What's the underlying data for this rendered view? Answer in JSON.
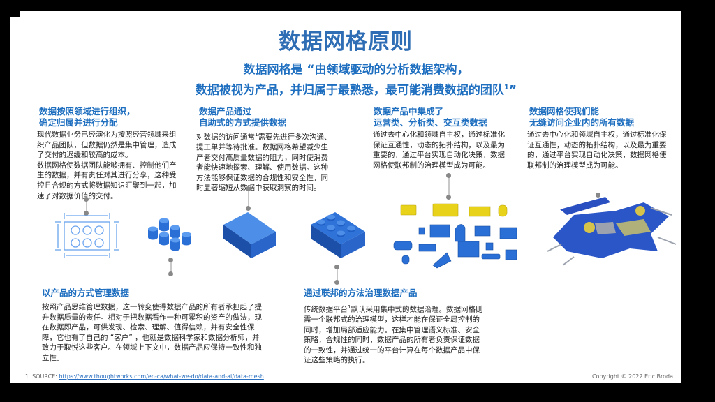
{
  "title": "数据网格原则",
  "subtitle": {
    "line1": "数据网格是 “由领域驱动的分析数据架构，",
    "line2": "数据被视为产品，并归属于最熟悉，最可能消费数据的团队",
    "sup": "1",
    "end_quote": "”"
  },
  "sections": [
    {
      "heading_line1": "数据按照领域进行组织，",
      "heading_line2": "确定归属并进行分配",
      "body": "现代数据业务已经演化为按照经营领域来组织产品团队，但数据仍然是集中管理，造成了交付的迟缓和较高的成本。\n数据网格使数据团队能够拥有、控制他们产生的数据，并有责任对其进行分享，这种受控且合规的方式将数据知识汇聚到一起，加速了对数据价值的交付。"
    },
    {
      "heading_line1": "数据产品通过",
      "heading_line2": "自助式的方式提供数据",
      "body_pre": "对数据的访问通常",
      "body_sup": "1",
      "body_post": "需要先进行多次沟通、提工单并等待批准。数据网格希望减少生产者交付高质量数据的阻力，同时使消费者能快速地探索、理解、使用数据。这种方法能够保证数据的合规性和安全性，同时显著缩短从数据中获取洞察的时间。"
    },
    {
      "heading_line1": "数据产品中集成了",
      "heading_line2": "运营类、分析类、交互类数据",
      "body": "通过去中心化和领域自主权，通过标准化保证互通性，动态的拓扑结构，以及最为重要的，通过平台实现自动化决策，数据网格使联邦制的治理模型成为可能。"
    },
    {
      "heading_line1": "数据网格使我们能",
      "heading_line2": "无缝访问企业内的所有数据",
      "body": "通过去中心化和领域自主权，通过标准化保证互通性，动态的拓扑结构，以及最为重要的，通过平台实现自动化决策，数据网格使联邦制的治理模型成为可能。"
    },
    {
      "heading": "以产品的方式管理数据",
      "body": "按照产品思维管理数据，这一转变使得数据产品的所有者承担起了提升数据质量的责任。相对于把数据看作一种可累积的资产的做法，现在数据即产品，可供发现、检索、理解、值得信赖，并有安全性保障，它也有了自己的 “客户” ，也就是数据科学家和数据分析师，并致力于取悦这些客户。在领域上下文中，数据产品应保持一致性和独立性。"
    },
    {
      "heading": "通过联邦的方法治理数据产品",
      "body_pre": "传统数据平台",
      "body_sup": "1",
      "body_post": "默认采用集中式的数据治理。数据网格则需一个联邦式的治理模型，这样才能在保证全局控制的同时，增加局部适应能力。在集中管理语义标准、安全策略，合规性的同时，数据产品的所有者负责保证数据的一致性，并通过统一的平台计算在每个数据产品中保证这些策略的执行。"
    }
  ],
  "illustrations": {
    "blueprint": "brick-blueprint-icon",
    "studs": "loose-studs-icon",
    "plain_brick": "plain-block-icon",
    "lego_brick": "lego-brick-icon",
    "pieces": "assorted-bricks-icon",
    "spaceship": "lego-spaceship-icon"
  },
  "colors": {
    "title": "#2f6eb5",
    "heading": "#1f6fc0",
    "brick_blue": "#2a6fd6",
    "brick_yellow": "#e8d21a"
  },
  "footer": {
    "source_label": "1.  SOURCE: ",
    "source_link": "https://www.thoughtworks.com/en-ca/what-we-do/data-and-ai/data-mesh",
    "copyright": "Copyright © 2022 Eric Broda"
  }
}
